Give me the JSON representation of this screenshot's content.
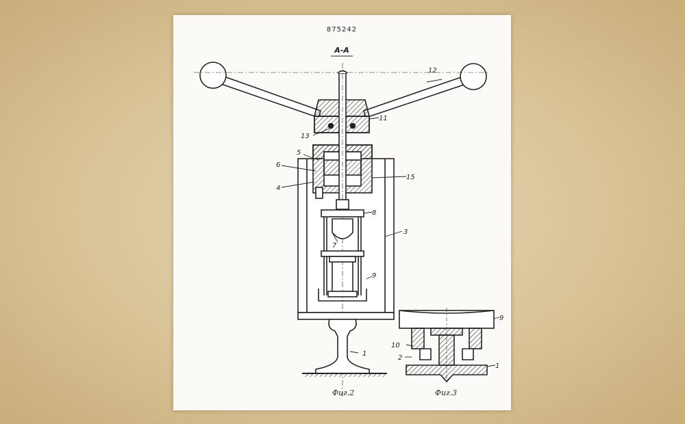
{
  "patent_number": "875242",
  "section_label": "А-А",
  "figures": {
    "fig2_caption": "Фиг.2",
    "fig3_caption": "Фиг.3"
  },
  "labels": {
    "l1": "1",
    "l2": "2",
    "l3": "3",
    "l4": "4",
    "l5": "5",
    "l6": "6",
    "l7": "7",
    "l8": "8",
    "l9": "9",
    "l10": "10",
    "l11": "11",
    "l12": "12",
    "l13": "13",
    "l15": "15",
    "f3_l1": "1",
    "f3_l9": "9"
  }
}
